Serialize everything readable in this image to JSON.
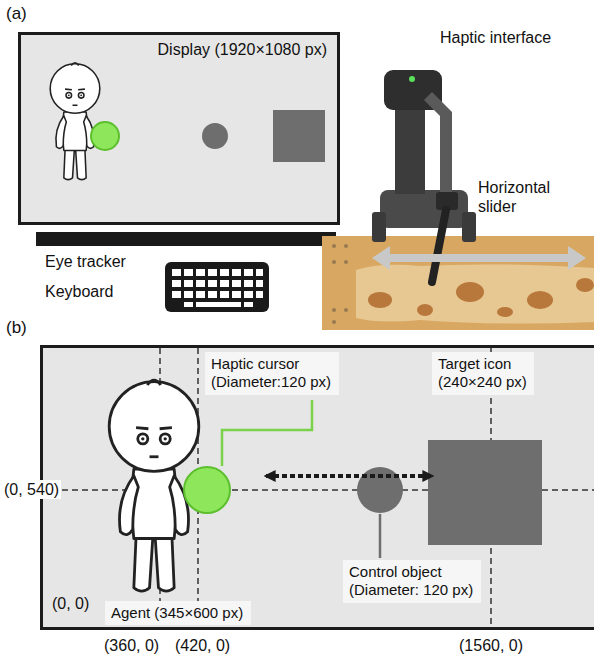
{
  "diagram": {
    "nodes": [
      {
        "text": [
          "Display (1920×1080 px)"
        ]
      },
      {
        "text": [
          "Haptic cursor (Diameter:120 px)"
        ]
      },
      {
        "text": [
          "Target icon (240×240 px)"
        ]
      },
      {
        "text": [
          "Control object (Diameter: 120 px)"
        ]
      },
      {
        "text": [
          "Agent (345×600 px)"
        ]
      }
    ],
    "labels": [
      "(a)",
      "Haptic interface",
      "Horizontal slider",
      "Eye tracker",
      "Keyboard",
      "(b)",
      "(0, 540)",
      "(0, 0)",
      "(360, 0)",
      "(420, 0)",
      "(1560, 0)"
    ]
  }
}
